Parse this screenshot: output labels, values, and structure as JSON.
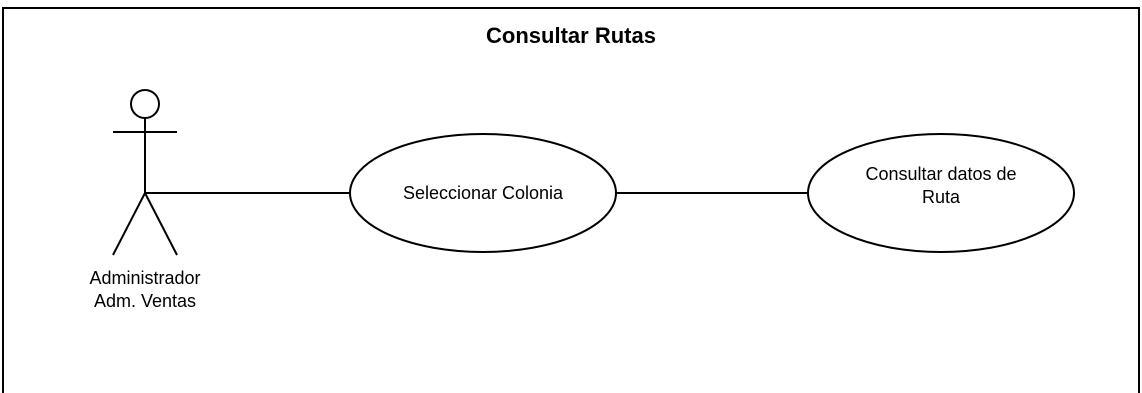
{
  "diagram": {
    "title": "Consultar Rutas",
    "actor": {
      "line1": "Administrador",
      "line2": "Adm. Ventas"
    },
    "use_cases": [
      {
        "line1": "Seleccionar Colonia"
      },
      {
        "line1": "Consultar datos de",
        "line2": "Ruta"
      }
    ],
    "colors": {
      "stroke": "#000000",
      "background": "#ffffff",
      "text": "#000000"
    }
  }
}
